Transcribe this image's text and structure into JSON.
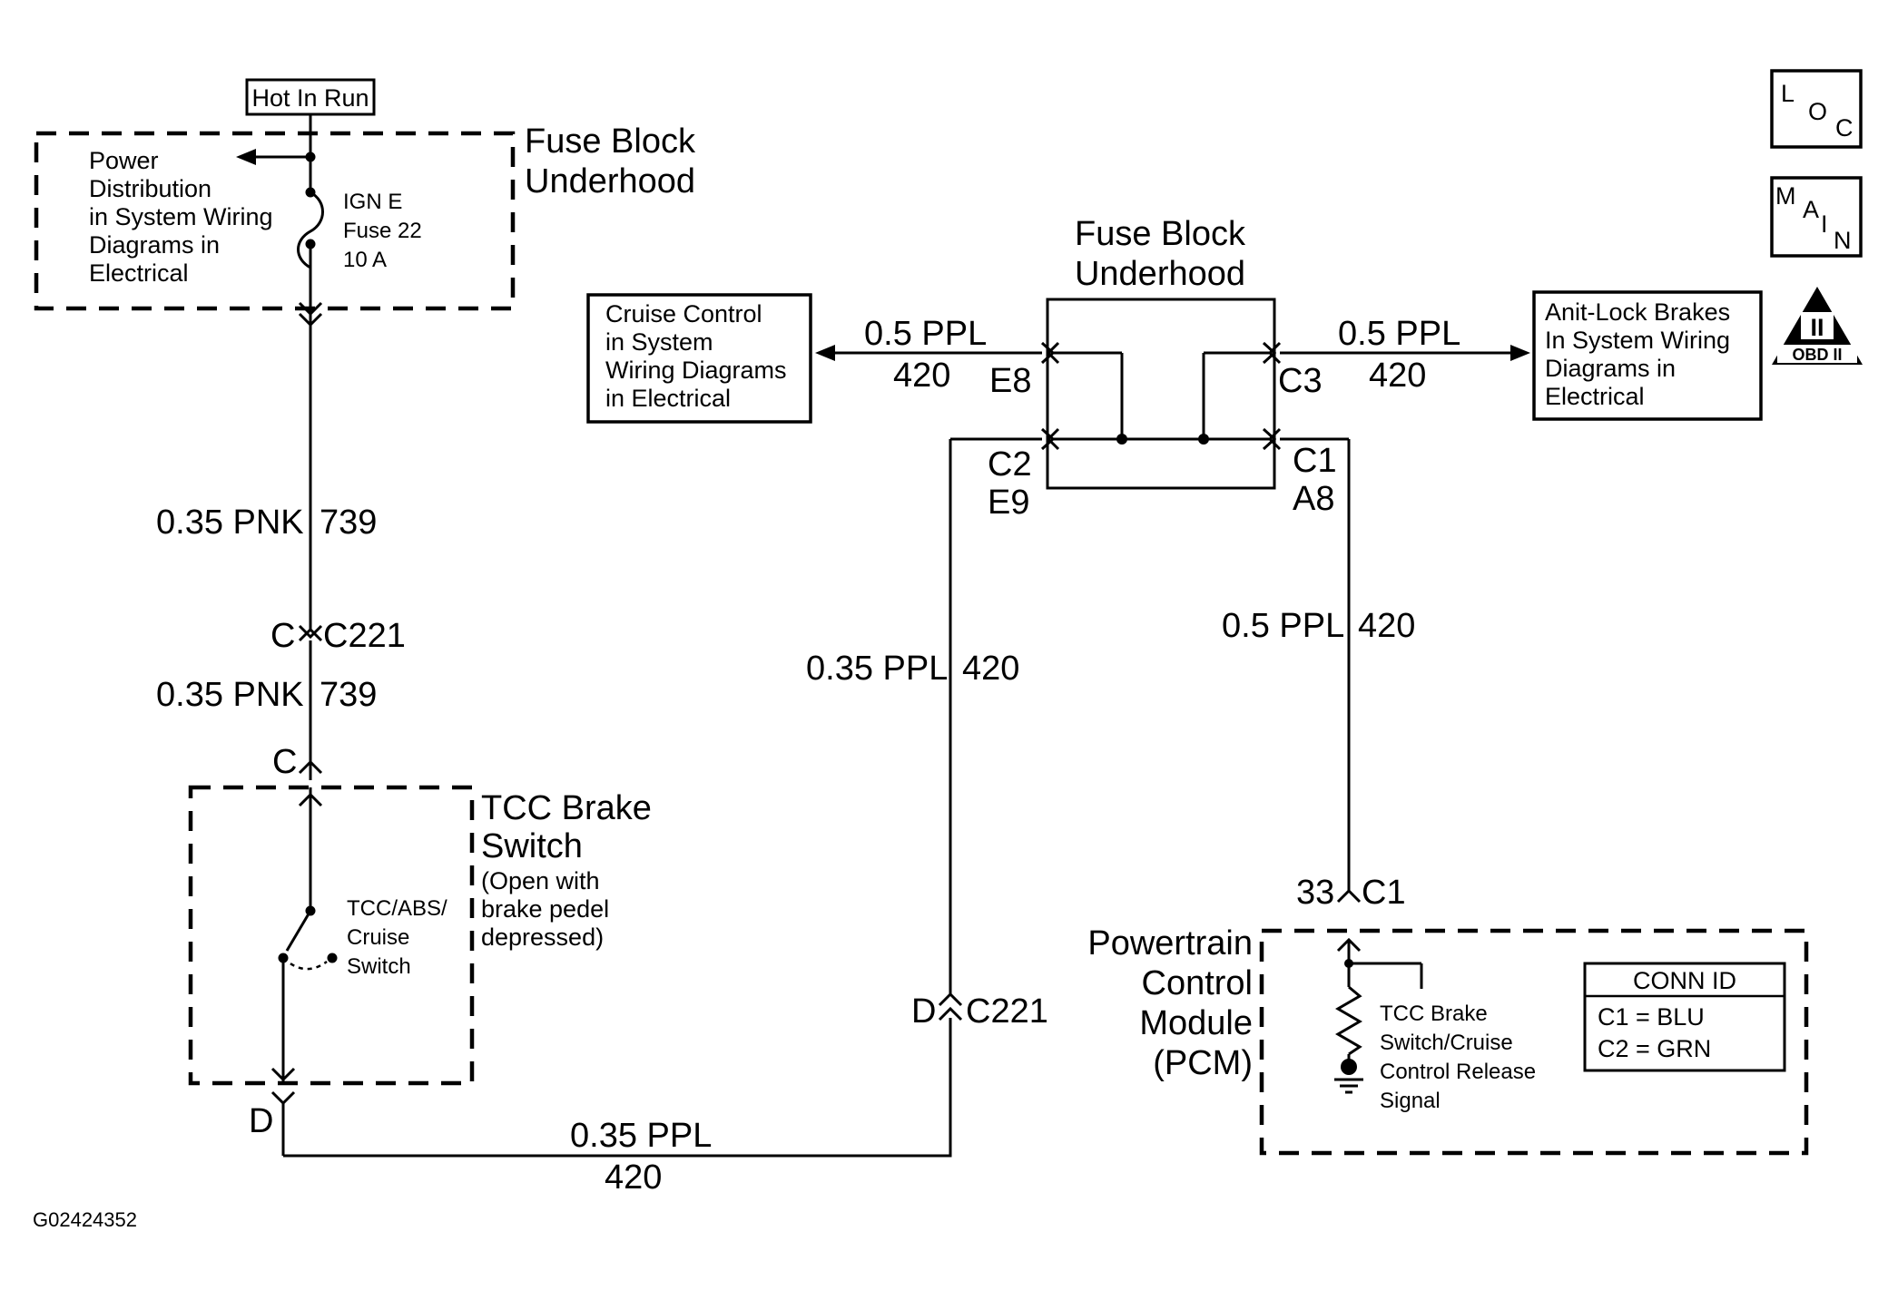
{
  "diagram": {
    "hot_in_run": "Hot In Run",
    "fuse_block_top": {
      "line1": "Fuse Block",
      "line2": "Underhood",
      "power_dist": [
        "Power",
        "Distribution",
        "in System Wiring",
        "Diagrams in",
        "Electrical"
      ],
      "fuse": [
        "IGN E",
        "Fuse 22",
        "10 A"
      ]
    },
    "left_wire": {
      "upper": {
        "gauge_color": "0.35 PNK",
        "circuit": "739"
      },
      "connector": {
        "pin": "C",
        "name": "C221"
      },
      "lower": {
        "gauge_color": "0.35 PNK",
        "circuit": "739"
      },
      "pin_c": "C"
    },
    "tcc_switch": {
      "title": [
        "TCC Brake",
        "Switch"
      ],
      "note": [
        "(Open with",
        "brake pedel",
        "depressed)"
      ],
      "switch_label": [
        "TCC/ABS/",
        "Cruise",
        "Switch"
      ],
      "pin_d": "D"
    },
    "bottom_wire": {
      "gauge_color": "0.35 PPL",
      "circuit": "420"
    },
    "mid_wire": {
      "gauge_color": "0.35 PPL",
      "circuit": "420",
      "connector": {
        "pin": "D",
        "name": "C221"
      }
    },
    "fuse_block_center": {
      "title": [
        "Fuse Block",
        "Underhood"
      ],
      "pins": {
        "e8": "E8",
        "c3": "C3",
        "c2": "C2",
        "e9": "E9",
        "c1": "C1",
        "a8": "A8"
      }
    },
    "cruise_box": [
      "Cruise Control",
      "in System",
      "Wiring Diagrams",
      "in Electrical"
    ],
    "abs_box": [
      "Anit-Lock Brakes",
      "In System Wiring",
      "Diagrams in",
      "Electrical"
    ],
    "left_arrow_wire": {
      "gauge_color": "0.5 PPL",
      "circuit": "420"
    },
    "right_arrow_wire": {
      "gauge_color": "0.5 PPL",
      "circuit": "420"
    },
    "right_wire": {
      "gauge_color": "0.5 PPL",
      "circuit": "420"
    },
    "pcm": {
      "pin": "33",
      "connector": "C1",
      "title": [
        "Powertrain",
        "Control",
        "Module",
        "(PCM)"
      ],
      "signal": [
        "TCC Brake",
        "Switch/Cruise",
        "Control Release",
        "Signal"
      ],
      "conn_id": {
        "header": "CONN ID",
        "rows": [
          "C1 = BLU",
          "C2 = GRN"
        ]
      }
    },
    "icons": {
      "loc": [
        "L",
        "O",
        "C"
      ],
      "main": [
        "M",
        "A",
        "I",
        "N"
      ],
      "obd_roman": "II",
      "obd": "OBD II"
    },
    "figure_id": "G02424352"
  }
}
